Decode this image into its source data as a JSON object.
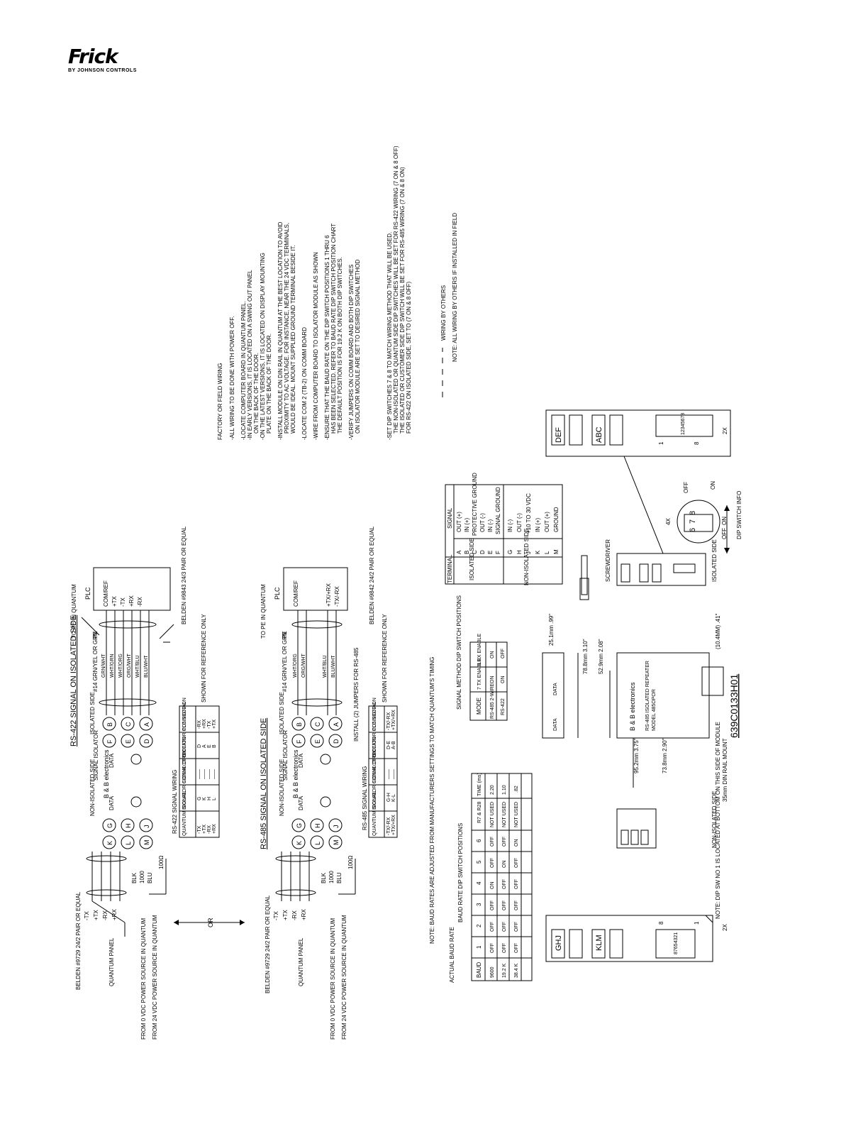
{
  "brand": {
    "name": "Frick",
    "tagline": "BY JOHNSON CONTROLS"
  },
  "rs422": {
    "title": "RS-422 SIGNAL ON ISOLATED SIDE",
    "non_isolated_side": "NON-ISOLATED SIDE",
    "isolated_side": "ISOLATED SIDE",
    "signal_isolator": "SIGNAL ISOLATOR",
    "maker": "B & B electronics",
    "data_left": "DATA",
    "data_right": "DATA",
    "ground_wire": "#14 GRN/YEL OR GRN",
    "pe": "PE",
    "to_pe": "TO PE IN QUANTUM",
    "cable_left": "BELDEN #9729 24/2 PAIR OR EQUAL",
    "cable_right": "BELDEN #9843 24/3 PAIR OR EQUAL",
    "quantum_panel": "QUANTUM PANEL",
    "plc": "PLC",
    "plc_terms": [
      "COM/REF",
      "+TX",
      "-TX",
      "+RX",
      "-RX"
    ],
    "left_wires": [
      "-TX",
      "+TX",
      "-RX",
      "+RX"
    ],
    "wire_colors": [
      "GRN/WHT",
      "WHT/GRN",
      "WHT/ORG",
      "ORG/WHT",
      "WHT/BLU",
      "BLU/WHT"
    ],
    "blk": "BLK",
    "od": "1000",
    "blu": "BLU",
    "ohm": "100Ω",
    "from_0": "FROM 0 VDC POWER SOURCE IN QUANTUM",
    "from_24": "FROM 24 VDC POWER SOURCE IN QUANTUM",
    "terminals_left": [
      "K",
      "L",
      "M",
      "G",
      "H",
      "J"
    ],
    "terminals_right": [
      "F",
      "E",
      "D",
      "C",
      "B",
      "A"
    ],
    "wiring_title": "RS-422 SIGNAL WIRING",
    "wiring_headers": [
      "QUANTUM SIGNAL",
      "ISOLATOR CONNECTION",
      "SIGNAL DIRECTION",
      "ISOLATOR CONNECTION",
      "PLC SIGNAL"
    ],
    "wiring_rows": [
      [
        "-TX",
        "G",
        "——",
        "D",
        "-RX"
      ],
      [
        "+TX",
        "K",
        "——",
        "A",
        "+RX"
      ],
      [
        "-RX",
        "H",
        "——",
        "E",
        "-TX"
      ],
      [
        "+RX",
        "L",
        "——",
        "B",
        "+TX"
      ]
    ],
    "ref_note": "SHOWN FOR REFERENCE ONLY"
  },
  "or_label": "OR",
  "rs485": {
    "title": "RS-485 SIGNAL ON ISOLATED SIDE",
    "non_isolated_side": "NON-ISOLATED SIDE",
    "isolated_side": "ISOLATED SIDE",
    "signal_isolator": "SIGNAL ISOLATOR",
    "maker": "B & B electronics",
    "data_left": "DATA",
    "data_right": "DATA",
    "ground_wire": "#14 GRN/YEL OR GRN",
    "pe": "PE",
    "to_pe": "TO PE IN QUANTUM",
    "cable_left": "BELDEN #9729 24/2 PAIR OR EQUAL",
    "cable_right": "BELDEN #9842 24/2 PAIR OR EQUAL",
    "quantum_panel": "QUANTUM PANEL",
    "plc": "PLC",
    "plc_terms": [
      "COM/REF",
      "+TX/+RX",
      "-TX/-RX"
    ],
    "left_wires": [
      "-TX",
      "+TX",
      "-RX",
      "+RX"
    ],
    "wire_colors": [
      "WHT/ORG",
      "ORG/WHT",
      "WHT/BLU",
      "BLU/WHT"
    ],
    "blk": "BLK",
    "od": "1000",
    "blu": "BLU",
    "ohm": "100Ω",
    "from_0": "FROM 0 VDC POWER SOURCE IN QUANTUM",
    "from_24": "FROM 24 VDC POWER SOURCE IN QUANTUM",
    "terminals_left": [
      "K",
      "L",
      "M",
      "G",
      "H",
      "J"
    ],
    "terminals_right": [
      "F",
      "E",
      "D",
      "C",
      "B",
      "A"
    ],
    "jumpers": "INSTALL (2) JUMPERS FOR RS-485",
    "wiring_title": "RS-485 SIGNAL WIRING",
    "wiring_headers": [
      "QUANTUM SIGNAL",
      "ISOLATOR CONNECTION",
      "SIGNAL DIRECTION",
      "ISOLATOR CONNECTION",
      "PLC SIGNAL"
    ],
    "wiring_rows": [
      [
        "-TX/-RX",
        "G-H",
        "——",
        "D-E",
        "-TX/-RX"
      ],
      [
        "+TX/+RX",
        "K-L",
        "——",
        "A-B",
        "+TX/+RX"
      ]
    ],
    "ref_note": "SHOWN FOR REFERENCE ONLY"
  },
  "notes": {
    "heading": "FACTORY OR FIELD WIRING",
    "lines": [
      "-ALL WIRING TO BE DONE WITH POWER OFF.",
      "-LOCATE COMPUTER BOARD IN QUANTUM PANEL.",
      "-IN EARLY VERSIONS, IT IS LOCATED ON A SWING OUT PANEL",
      "ON THE BACK OF THE DOOR.",
      "-ON THE LATEST VERSIONS, IT IS LOCATED ON DISPLAY MOUNTING",
      "PLATE ON THE BACK OF THE DOOR.",
      "-INSTALL MODULE ON DIN RAIL IN QUANTUM AT THE BEST LOCATION TO AVOID",
      "PROXIMITY TO AC VOLTAGE. FOR INSTANCE, NEAR THE 24 VDC TERMINALS,",
      "WOULD BE IDEAL. MOUNT SUPPLIED GROUND TERMINAL BESIDE IT.",
      "-LOCATE COM 2 (TB-2) ON COMM BOARD",
      "-WIRE FROM COMPUTER BOARD TO ISOLATOR MODULE AS SHOWN",
      "-ENSURE THAT THE BAUD RATE ON THE DIP SWITCH POSITIONS 1 THRU 6",
      "HAS BEEN SELECTED. REFER TO BAUD RATE DIP SWITCH POSITION CHART",
      "THE DEFAULT POSITION IS FOR 19.2 K ON BOTH DIP SWITCHES.",
      "-VERIFY JUMPERS ON COMM BOARD AND BOTH DIP SWITCHES",
      "ON ISOLATOR MODULE ARE SET TO DESIRED SIGNAL METHOD",
      "-SET DIP SWITCHES 7 & 8 TO MATCH WIRING METHOD THAT WILL BE USED.",
      "THE NON-ISOLATED OR QUANTUM SIDE DIP SWITCHES WILL BE SET FOR RS-422 WIRING (7 ON & 8 OFF)",
      "THE ISOLATED OR CUSTOMER SIDE DIP SWITCH WILL BE SET FOR RS-485 WIRING (7 ON & 8 ON)",
      "FOR RS-422 ON ISOLATED SIDE, SET TO (7 ON & 8 OFF)"
    ],
    "legend": "WIRING BY OTHERS",
    "field_note": "NOTE: ALL WIRING BY OTHERS IF INSTALLED IN FIELD"
  },
  "terminal_table": {
    "headers": [
      "TERMINAL",
      "SIGNAL"
    ],
    "isolated_label": "ISOLATED SIDE",
    "non_isolated_label": "NON-ISOLATED SIDE",
    "isolated_rows": [
      [
        "A",
        "OUT (+)"
      ],
      [
        "B",
        "IN (+)"
      ],
      [
        "C",
        "PROTECTIVE GROUND"
      ],
      [
        "D",
        "OUT (-)"
      ],
      [
        "E",
        "IN (-)"
      ],
      [
        "F",
        "SIGNAL GROUND"
      ]
    ],
    "non_isolated_rows": [
      [
        "G",
        "IN (-)"
      ],
      [
        "H",
        "OUT (-)"
      ],
      [
        "J",
        "+10 TO 30 VDC"
      ],
      [
        "K",
        "IN (+)"
      ],
      [
        "L",
        "OUT (+)"
      ],
      [
        "M",
        "GROUND"
      ]
    ]
  },
  "module_top": {
    "blocks": [
      "DEF",
      "ABC"
    ],
    "dip_numbers": "12345678",
    "dip_first": "1",
    "dip_last": "8",
    "qty": "2X",
    "screwdriver": "SCREWDRIVER",
    "isolated_side": "ISOLATED SIDE",
    "off": "OFF",
    "on": "ON",
    "four_x": "4X",
    "dip_digits": [
      "6",
      "7",
      "8"
    ],
    "dip_info": "DIP SWITCH INFO",
    "off2": "OFF",
    "on2": "ON"
  },
  "signal_method": {
    "title": "SIGNAL METHOD DIP SWITCH POSITIONS",
    "headers": [
      "MODE",
      "7 TX ENABLE",
      "8 RX ENABLE"
    ],
    "rows": [
      [
        "RS-485 2-WIRE",
        "ON",
        "ON"
      ],
      [
        "RS-422",
        "ON",
        "OFF"
      ]
    ]
  },
  "baud_table": {
    "note": "NOTE: BAUD RATES ARE ADJUSTED FROM MANUFACTURERS SETTINGS TO MATCH QUANTUM'S TIMING",
    "title": "BAUD RATE DIP SWITCH POSITIONS",
    "actual": "ACTUAL BAUD RATE",
    "headers": [
      "BAUD",
      "1",
      "2",
      "3",
      "4",
      "5",
      "6",
      "R7 & R28",
      "TIME (ms)"
    ],
    "rows": [
      [
        "9600",
        "OFF",
        "OFF",
        "OFF",
        "ON",
        "OFF",
        "OFF",
        "NOT USED",
        "2.20"
      ],
      [
        "19.2 K",
        "OFF",
        "OFF",
        "OFF",
        "OFF",
        "ON",
        "OFF",
        "NOT USED",
        "1.10"
      ],
      [
        "38.4 K",
        "OFF",
        "OFF",
        "OFF",
        "OFF",
        "OFF",
        "ON",
        "NOT USED",
        ".82"
      ],
      [
        "",
        "",
        "",
        "",
        "",
        "",
        "",
        "",
        ""
      ]
    ]
  },
  "module_bottom": {
    "blocks": [
      "GHJ",
      "KLM"
    ],
    "dip_numbers": "87654321",
    "dip_first": "8",
    "dip_last": "1",
    "qty": "2X",
    "dip_note": "NOTE: DIP SW NO 1 IS LOCATED AT BOTTOM ON THIS SIDE OF MODULE",
    "non_isolated_side": "NON-ISOLATED SIDE",
    "rail": "35mm DIN RAIL MOUNT"
  },
  "dimensions": {
    "d1": "78.8mm 3.10\"",
    "d2": "52.9mm 2.08\"",
    "d3": "95.2mm 3.75\"",
    "d4": "73.8mm 2.90\"",
    "d5": "25.1mm .99\"",
    "d6": "(10.4MM) .41\"",
    "label": "B & B electronics",
    "model": "RS-485 ISOLATED REPEATER",
    "model_no": "MODEL 485OPOR",
    "data1": "DATA",
    "data2": "DATA"
  },
  "drawing_number": "639C0133H01"
}
